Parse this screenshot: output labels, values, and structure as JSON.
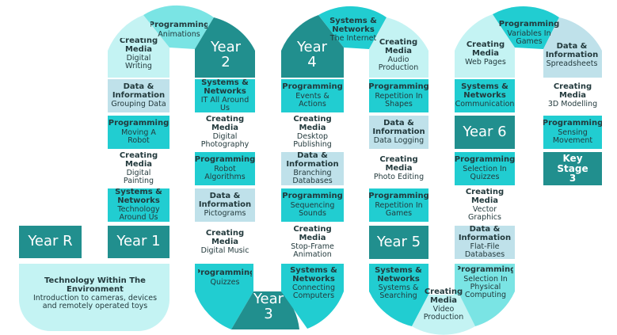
{
  "colors": {
    "teal_dark": "#218f8e",
    "turquoise": "#21cdd1",
    "aqua": "#7ae4e4",
    "pale": "#c4f3f3",
    "light_blue": "#bfe1ea",
    "white": "#ffffff"
  },
  "years": {
    "r": "Year R",
    "y1": "Year 1",
    "y2": [
      "Year",
      "2"
    ],
    "y3": [
      "Year",
      "3"
    ],
    "y4": [
      "Year",
      "4"
    ],
    "y5": "Year 5",
    "y6": "Year 6",
    "ks3": [
      "Key Stage",
      "3"
    ]
  },
  "units": {
    "tech": {
      "title": [
        "Technology Within The",
        "Environment"
      ],
      "sub": [
        "Introduction to cameras, devices",
        "and remotely operated toys"
      ]
    },
    "y1_systems": {
      "title": [
        "Systems &",
        "Networks"
      ],
      "sub": [
        "Technology",
        "Around Us"
      ]
    },
    "y1_creating": {
      "title": [
        "Creating Media"
      ],
      "sub": [
        "Digital Painting"
      ]
    },
    "y1_programming": {
      "title": [
        "Programming"
      ],
      "sub": [
        "Moving A Robot"
      ]
    },
    "y1_data": {
      "title": [
        "Data &",
        "Information"
      ],
      "sub": [
        "Grouping Data"
      ]
    },
    "y1_writing": {
      "title": [
        "Creating",
        "Media"
      ],
      "sub": [
        "Digital Writing"
      ]
    },
    "y1_animations": {
      "title": [
        "Programming"
      ],
      "sub": [
        "Animations"
      ]
    },
    "y2_systems": {
      "title": [
        "Systems &",
        "Networks"
      ],
      "sub": [
        "IT All Around Us"
      ]
    },
    "y2_photo": {
      "title": [
        "Creating Media"
      ],
      "sub": [
        "Digital",
        "Photography"
      ]
    },
    "y2_robot": {
      "title": [
        "Programming"
      ],
      "sub": [
        "Robot",
        "Algorithms"
      ]
    },
    "y2_data": {
      "title": [
        "Data &",
        "Information"
      ],
      "sub": [
        "Pictograms"
      ]
    },
    "y2_music": {
      "title": [
        "Creating Media"
      ],
      "sub": [
        "Digital Music"
      ]
    },
    "y2_quizzes": {
      "title": [
        "Programming"
      ],
      "sub": [
        "Quizzes"
      ]
    },
    "y3_systems": {
      "title": [
        "Systems &",
        "Networks"
      ],
      "sub": [
        "Connecting",
        "Computers"
      ]
    },
    "y3_stop": {
      "title": [
        "Creating Media"
      ],
      "sub": [
        "Stop-Frame",
        "Animation"
      ]
    },
    "y3_seq": {
      "title": [
        "Programming"
      ],
      "sub": [
        "Sequencing",
        "Sounds"
      ]
    },
    "y3_data": {
      "title": [
        "Data &",
        "Information"
      ],
      "sub": [
        "Branching",
        "Databases"
      ]
    },
    "y3_desktop": {
      "title": [
        "Creating Media"
      ],
      "sub": [
        "Desktop",
        "Publishing"
      ]
    },
    "y3_events": {
      "title": [
        "Programming"
      ],
      "sub": [
        "Events &",
        "Actions"
      ]
    },
    "y4_internet": {
      "title": [
        "Systems &",
        "Networks"
      ],
      "sub": [
        "The Internet"
      ]
    },
    "y4_audio": {
      "title": [
        "Creating",
        "Media"
      ],
      "sub": [
        "Audio",
        "Production"
      ]
    },
    "y4_shapes": {
      "title": [
        "Programming"
      ],
      "sub": [
        "Repetition In",
        "Shapes"
      ]
    },
    "y4_logging": {
      "title": [
        "Data &",
        "Information"
      ],
      "sub": [
        "Data Logging"
      ]
    },
    "y4_photo": {
      "title": [
        "Creating Media"
      ],
      "sub": [
        "Photo Editing"
      ]
    },
    "y4_games": {
      "title": [
        "Programming"
      ],
      "sub": [
        "Repetition In",
        "Games"
      ]
    },
    "y5_systems": {
      "title": [
        "Systems &",
        "Networks"
      ],
      "sub": [
        "Systems &",
        "Searching"
      ]
    },
    "y5_video": {
      "title": [
        "Creating",
        "Media"
      ],
      "sub": [
        "Video",
        "Production"
      ]
    },
    "y5_physical": {
      "title": [
        "Programming"
      ],
      "sub": [
        "Selection In",
        "Physical",
        "Computing"
      ]
    },
    "y5_flat": {
      "title": [
        "Data &",
        "Information"
      ],
      "sub": [
        "Flat-File",
        "Databases"
      ]
    },
    "y5_vector": {
      "title": [
        "Creating Media"
      ],
      "sub": [
        "Vector Graphics"
      ]
    },
    "y5_quizzes": {
      "title": [
        "Programming"
      ],
      "sub": [
        "Selection In",
        "Quizzes"
      ]
    },
    "y6_comm": {
      "title": [
        "Systems &",
        "Networks"
      ],
      "sub": [
        "Communication"
      ]
    },
    "y6_web": {
      "title": [
        "Creating",
        "Media"
      ],
      "sub": [
        "Web Pages"
      ]
    },
    "y6_vars": {
      "title": [
        "Programming"
      ],
      "sub": [
        "Variables In",
        "Games"
      ]
    },
    "y6_sheets": {
      "title": [
        "Data &",
        "Information"
      ],
      "sub": [
        "Spreadsheets"
      ]
    },
    "y6_3d": {
      "title": [
        "Creating",
        "Media"
      ],
      "sub": [
        "3D Modelling"
      ]
    },
    "y6_sensing": {
      "title": [
        "Programming"
      ],
      "sub": [
        "Sensing",
        "Movement"
      ]
    }
  }
}
